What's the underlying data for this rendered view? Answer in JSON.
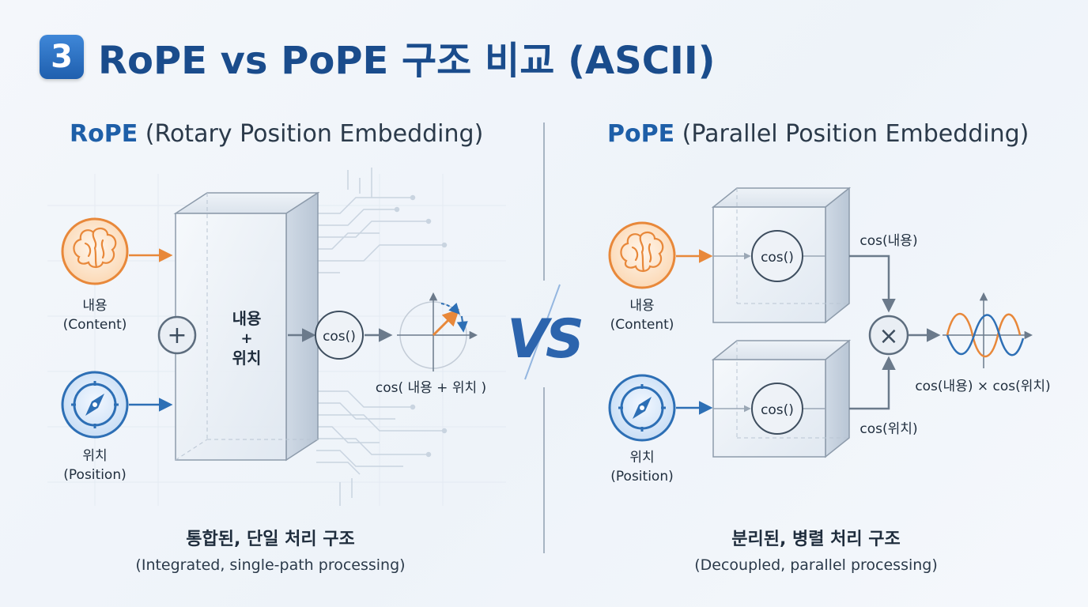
{
  "title": {
    "badge": "3",
    "text": "RoPE vs PoPE 구조 비교 (ASCII)"
  },
  "vs_label": "VS",
  "rope": {
    "heading_acronym": "RoPE",
    "heading_full": "(Rotary Position Embedding)",
    "content_label": "내용",
    "content_label_en": "(Content)",
    "position_label": "위치",
    "position_label_en": "(Position)",
    "plus_symbol": "+",
    "box_line1": "내용",
    "box_line2": "+",
    "box_line3": "위치",
    "cos_label": "cos()",
    "formula": "cos( 내용 + 위치 )",
    "caption_main": "통합된, 단일 처리 구조",
    "caption_sub": "(Integrated, single-path processing)"
  },
  "pope": {
    "heading_acronym": "PoPE",
    "heading_full": "(Parallel Position Embedding)",
    "content_label": "내용",
    "content_label_en": "(Content)",
    "position_label": "위치",
    "position_label_en": "(Position)",
    "cos_top": "cos()",
    "cos_bottom": "cos()",
    "cos_content_label": "cos(내용)",
    "cos_position_label": "cos(위치)",
    "multiply_symbol": "×",
    "formula": "cos(내용) × cos(위치)",
    "caption_main": "분리된, 병렬 처리 구조",
    "caption_sub": "(Decoupled, parallel processing)"
  },
  "colors": {
    "brand_blue": "#1e5fa8",
    "title_blue": "#1a4c8c",
    "content_orange": "#e8883a",
    "position_blue": "#2d6fb5",
    "background": "#f1f5fa"
  },
  "icons": {
    "content": "brain-icon",
    "position": "compass-icon"
  }
}
